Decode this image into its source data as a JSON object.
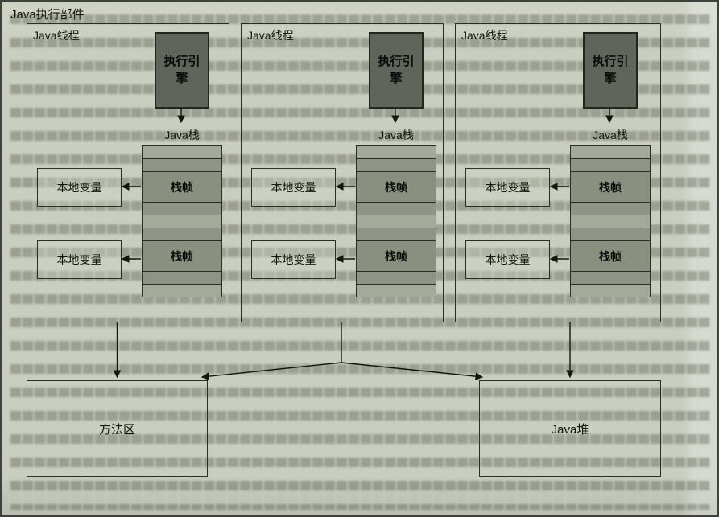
{
  "diagram": {
    "container_label": "Java执行部件",
    "threads": [
      {
        "label": "Java线程",
        "engine": "执行引擎",
        "stack_label": "Java栈",
        "frames": [
          "栈帧",
          "栈帧"
        ],
        "locals": [
          "本地变量",
          "本地变量"
        ]
      },
      {
        "label": "Java线程",
        "engine": "执行引擎",
        "stack_label": "Java栈",
        "frames": [
          "栈帧",
          "栈帧"
        ],
        "locals": [
          "本地变量",
          "本地变量"
        ]
      },
      {
        "label": "Java线程",
        "engine": "执行引擎",
        "stack_label": "Java栈",
        "frames": [
          "栈帧",
          "栈帧"
        ],
        "locals": [
          "本地变量",
          "本地变量"
        ]
      }
    ],
    "method_area": "方法区",
    "heap": "Java堆"
  },
  "colors": {
    "paper": "#c9cec0",
    "engine_fill": "#60645b",
    "slab_light": "#a4aa9a",
    "slab_dark": "#8f9586",
    "frame_fill": "#899080",
    "line": "#2a2e25",
    "text": "#15170f"
  }
}
